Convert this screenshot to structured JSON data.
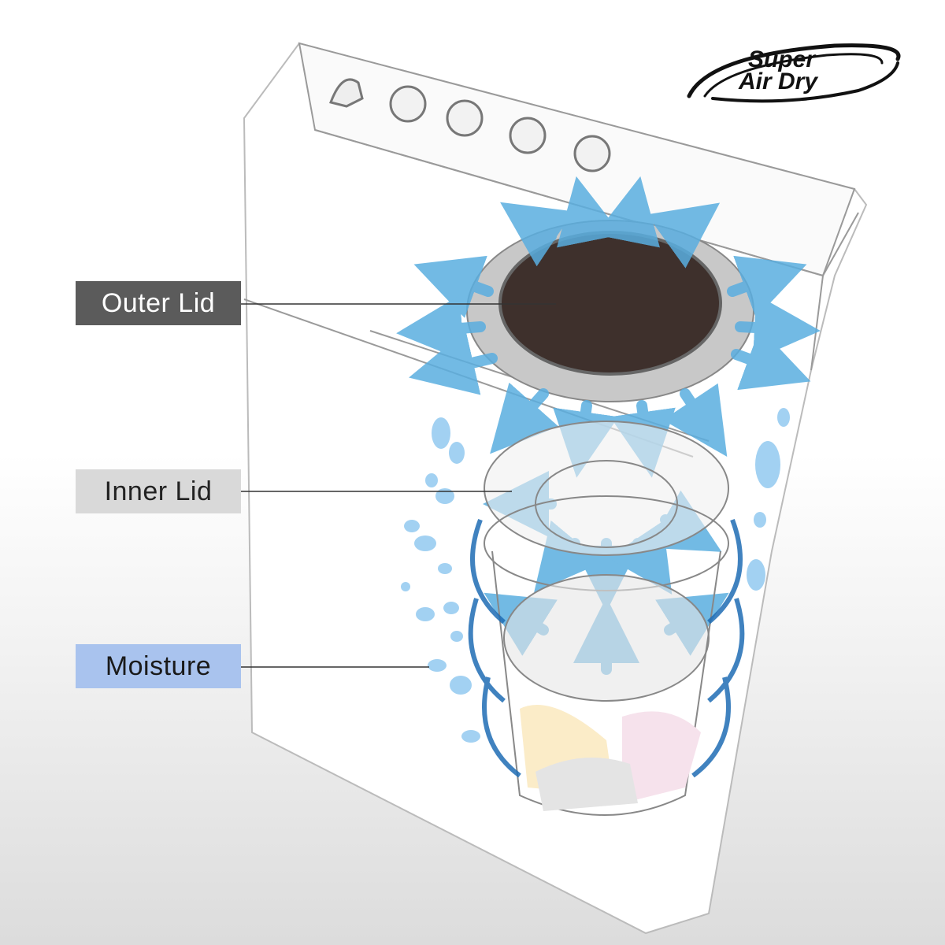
{
  "logo": {
    "line1": "Super",
    "line2": "Air Dry"
  },
  "labels": {
    "outer_lid": "Outer Lid",
    "inner_lid": "Inner Lid",
    "moisture": "Moisture"
  },
  "colors": {
    "outer_lid_box": "#5b5b5b",
    "inner_lid_box": "#d9d9d9",
    "moisture_box": "#a9c3ee",
    "airflow_arrow": "#5aaee0",
    "lid": "#3e302c",
    "swirl": "#1f6db5"
  }
}
